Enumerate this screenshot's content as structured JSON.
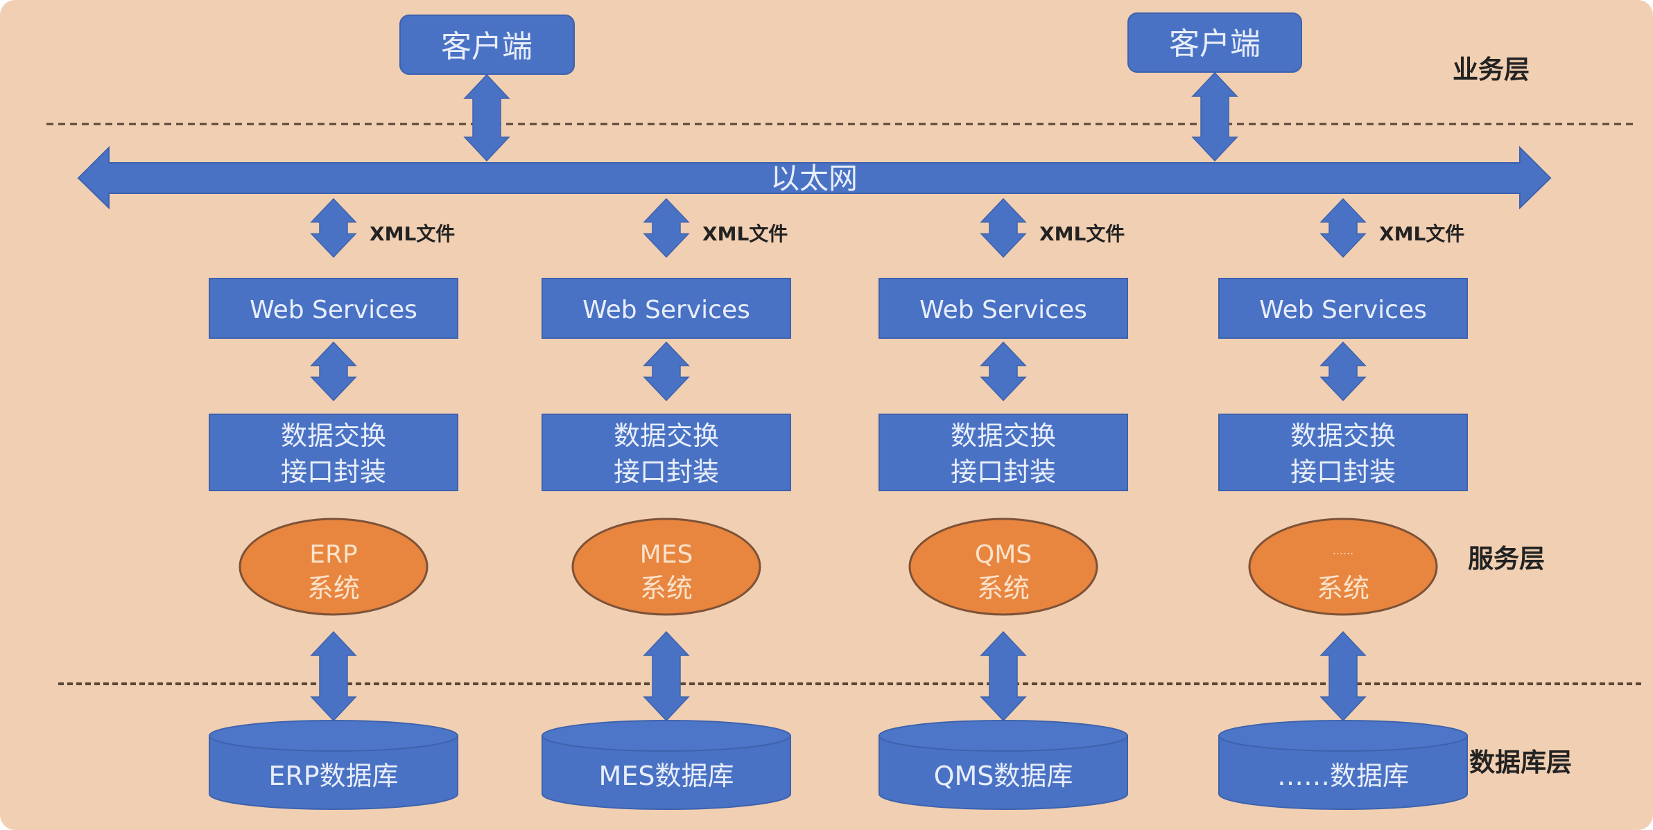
{
  "colors": {
    "background": "#f1cfb2",
    "blue": "#4a72c4",
    "blue_edge": "#3d62ad",
    "orange": "#e8853e",
    "orange_edge": "#7d5238",
    "light_text": "#e8eefa",
    "ellipse_text": "#fbe3cc",
    "dark_text": "#222222",
    "dash": "#5a4636"
  },
  "layers": {
    "business": "业务层",
    "service": "服务层",
    "database": "数据库层"
  },
  "clients": [
    {
      "label": "客户端"
    },
    {
      "label": "客户端"
    }
  ],
  "network": {
    "label": "以太网"
  },
  "columns": [
    {
      "xml_label": "XML文件",
      "web_services": "Web Services",
      "exchange_line1": "数据交换",
      "exchange_line2": "接口封装",
      "system_line1": "ERP",
      "system_line2": "系统",
      "database": "ERP数据库"
    },
    {
      "xml_label": "XML文件",
      "web_services": "Web Services",
      "exchange_line1": "数据交换",
      "exchange_line2": "接口封装",
      "system_line1": "MES",
      "system_line2": "系统",
      "database": "MES数据库"
    },
    {
      "xml_label": "XML文件",
      "web_services": "Web Services",
      "exchange_line1": "数据交换",
      "exchange_line2": "接口封装",
      "system_line1": "QMS",
      "system_line2": "系统",
      "database": "QMS数据库"
    },
    {
      "xml_label": "XML文件",
      "web_services": "Web Services",
      "exchange_line1": "数据交换",
      "exchange_line2": "接口封装",
      "system_line1": "......",
      "system_line2": "系统",
      "database": "……数据库"
    }
  ]
}
